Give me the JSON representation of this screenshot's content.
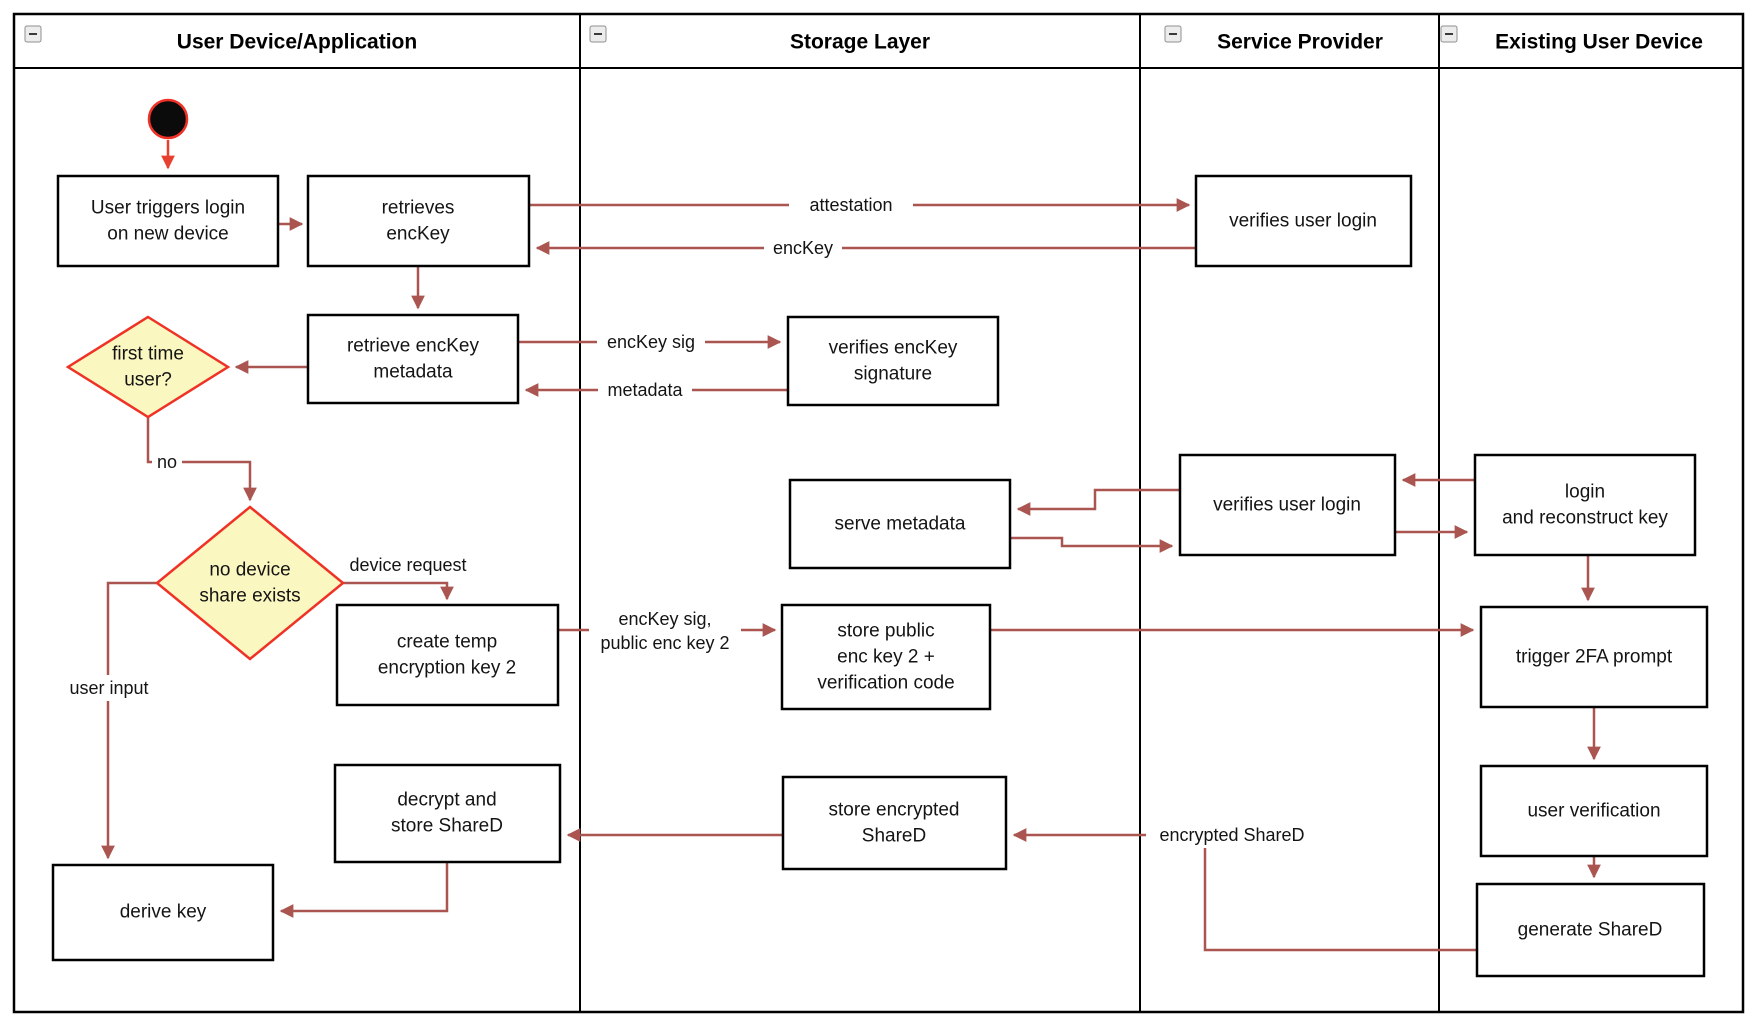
{
  "colors": {
    "arrow": "#AB5550",
    "start_arrow": "#E8402F",
    "diamond_fill": "#FBF7C0",
    "diamond_stroke": "#F03226",
    "node_fill": "#FFFFFF",
    "node_stroke": "#000000",
    "lane_border": "#000000"
  },
  "lanes": [
    {
      "title": "User Device/Application"
    },
    {
      "title": "Storage Layer"
    },
    {
      "title": "Service Provider"
    },
    {
      "title": "Existing User Device"
    }
  ],
  "nodes": {
    "user_triggers": {
      "lines": [
        "User triggers login",
        "on new device"
      ]
    },
    "retrieves_enckey": {
      "lines": [
        "retrieves",
        "encKey"
      ]
    },
    "verifies_user_login_top": {
      "lines": [
        "verifies user login"
      ]
    },
    "retrieve_metadata": {
      "lines": [
        "retrieve encKey",
        "metadata"
      ]
    },
    "first_time_user": {
      "lines": [
        "first time",
        "user?"
      ]
    },
    "verifies_signature": {
      "lines": [
        "verifies encKey",
        "signature"
      ]
    },
    "serve_metadata": {
      "lines": [
        "serve metadata"
      ]
    },
    "verifies_user_login_mid": {
      "lines": [
        "verifies user login"
      ]
    },
    "login_reconstruct": {
      "lines": [
        "login",
        "and reconstruct key"
      ]
    },
    "no_device_share": {
      "lines": [
        "no device",
        "share exists"
      ]
    },
    "create_temp": {
      "lines": [
        "create temp",
        "encryption key 2"
      ]
    },
    "store_public": {
      "lines": [
        "store public",
        "enc key 2 +",
        "verification code"
      ]
    },
    "trigger_2fa": {
      "lines": [
        "trigger 2FA prompt"
      ]
    },
    "user_verification": {
      "lines": [
        "user verification"
      ]
    },
    "generate_shared": {
      "lines": [
        "generate ShareD"
      ]
    },
    "store_encrypted": {
      "lines": [
        "store encrypted",
        "ShareD"
      ]
    },
    "decrypt_store": {
      "lines": [
        "decrypt and",
        "store ShareD"
      ]
    },
    "derive_key": {
      "lines": [
        "derive key"
      ]
    }
  },
  "edge_labels": {
    "attestation": "attestation",
    "enckey": "encKey",
    "enckey_sig": "encKey sig",
    "metadata": "metadata",
    "no": "no",
    "device_request": "device request",
    "enckey_sig_public": {
      "lines": [
        "encKey sig,",
        "public enc key 2"
      ]
    },
    "user_input": "user input",
    "encrypted_shared": "encrypted ShareD"
  }
}
